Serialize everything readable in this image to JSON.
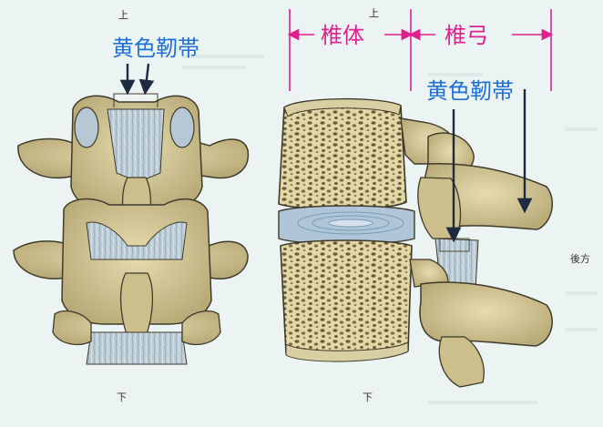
{
  "orientation": {
    "left_top": "上",
    "left_bottom": "下",
    "right_top": "上",
    "right_bottom": "下",
    "right_side": "後方"
  },
  "labels": {
    "ligament_left": "黄色靭帯",
    "ligament_right": "黄色靭帯",
    "vertebral_body": "椎体",
    "vertebral_arch": "椎弓"
  },
  "colors": {
    "background": "#ecf4f3",
    "bone": "#d8cfa2",
    "bone_shadow": "#a79a6a",
    "outline": "#3f3a2a",
    "ligament": "#b7c8d4",
    "disc": "#aec6d8",
    "label_blue": "#1e6fd6",
    "dimension_magenta": "#e0208e",
    "arrow": "#1e2a3f"
  }
}
